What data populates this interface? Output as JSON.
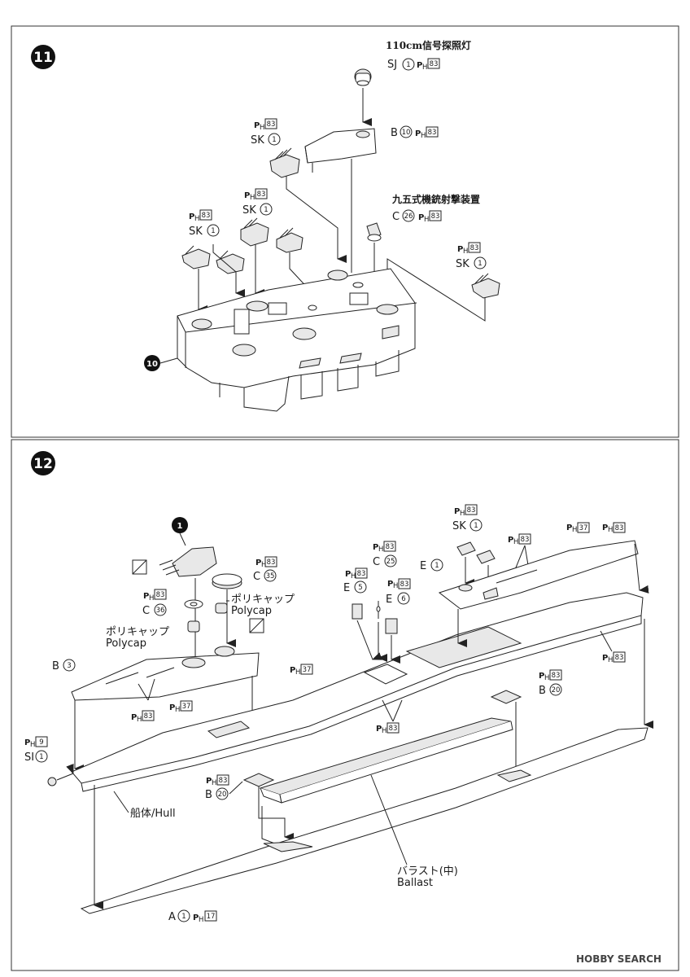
{
  "step11": {
    "number": "11",
    "callout_number": "10",
    "labels": {
      "searchlight_jp": "110cm信号探照灯",
      "sj": "SJ",
      "sj_num": "1",
      "ph": "P",
      "ph_sub": "H",
      "ph83": "83",
      "b": "B",
      "b_num": "10",
      "sk": "SK",
      "sk_num": "1",
      "mg_director_jp": "九五式機銃射撃装置",
      "c": "C",
      "c_num": "26"
    }
  },
  "step12": {
    "number": "12",
    "callout_number": "1",
    "labels": {
      "ph": "P",
      "ph_sub": "H",
      "ph83": "83",
      "ph37": "37",
      "ph9": "9",
      "ph17": "17",
      "c": "C",
      "c35": "35",
      "c36": "36",
      "c25": "25",
      "polycap_jp": "ポリキャップ",
      "polycap_en": "Polycap",
      "b": "B",
      "b3": "3",
      "b20": "20",
      "e": "E",
      "e5": "5",
      "e6": "6",
      "e1": "1",
      "sk": "SK",
      "sk1": "1",
      "si": "SI",
      "si1": "1",
      "hull": "船体/Hull",
      "ballast_jp": "バラスト(中)",
      "ballast_en": "Ballast",
      "a": "A",
      "a1": "1"
    }
  },
  "watermark": "HOBBY SEARCH"
}
